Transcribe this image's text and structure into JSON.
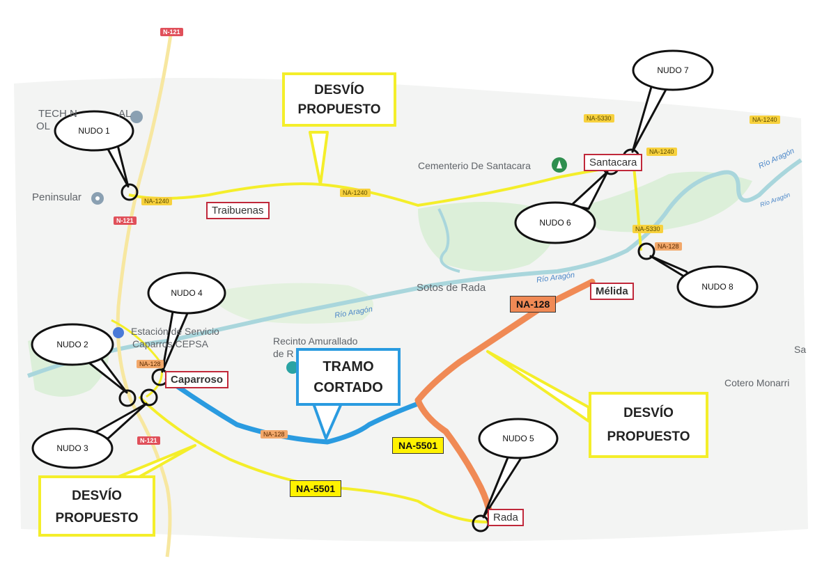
{
  "places": {
    "tech": "TECH N",
    "tech_b": "AL",
    "olo": "OL",
    "peninsular": "Peninsular",
    "cementerio": "Cementerio De Santacara",
    "sotos": "Sotos de Rada",
    "estacion1": "Estación de Servicio",
    "estacion2": "Caparros  CEPSA",
    "recinto1": "Recinto Amurallado",
    "recinto2": "de R",
    "cotero": "Cotero Monarri",
    "edge_sa": "Sa"
  },
  "rivers": [
    "Río Aragón",
    "Río Aragón",
    "Río Aragón",
    "Río Aragón"
  ],
  "roads": {
    "n121_top": "N-121",
    "n121_mid": "N-121",
    "n121_bot": "N-121",
    "na1240_a": "NA-1240",
    "na1240_b": "NA-1240",
    "na1240_c": "NA-1240",
    "na1240_d": "NA-1240",
    "na5330_a": "NA-5330",
    "na5330_b": "NA-5330",
    "na128_a": "NA-128",
    "na128_b": "NA-128",
    "na128_c": "NA-128"
  },
  "towns": {
    "traibuenas": "Traibuenas",
    "santacara": "Santacara",
    "melida": "Mélida",
    "caparroso": "Caparroso",
    "rada": "Rada"
  },
  "boxes": {
    "desvio_top": [
      "DESVÍO",
      "PROPUESTO"
    ],
    "desvio_right": [
      "DESVÍO",
      "PROPUESTO"
    ],
    "desvio_bottom": [
      "DESVÍO",
      "PROPUESTO"
    ],
    "tramo": [
      "TRAMO",
      "CORTADO"
    ]
  },
  "tags": {
    "na128": "NA-128",
    "na5501_right": "NA-5501",
    "na5501_bottom": "NA-5501"
  },
  "nudos": {
    "n1": "NUDO 1",
    "n2": "NUDO 2",
    "n3": "NUDO 3",
    "n4": "NUDO 4",
    "n5": "NUDO 5",
    "n6": "NUDO 6",
    "n7": "NUDO 7",
    "n8": "NUDO 8"
  },
  "colors": {
    "detour": "#f4ee2a",
    "closed": "#2a9be0",
    "na128_route": "#f08a55",
    "river": "#a9d6dc",
    "land_green": "#dcefd9",
    "town_border": "#c0283a"
  },
  "icons": [
    "place-pin-icon",
    "cemetery-pin-icon",
    "fuel-pin-icon",
    "monument-pin-icon"
  ]
}
